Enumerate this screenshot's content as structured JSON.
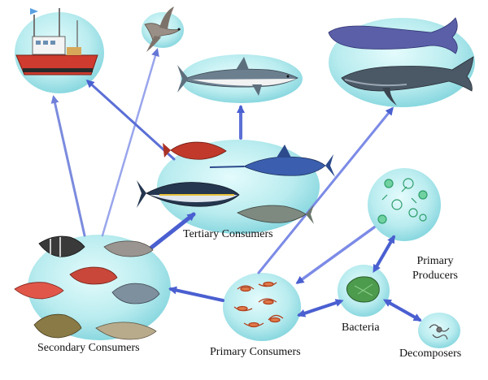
{
  "diagram": {
    "labels": {
      "tertiary_consumers": "Tertiary Consumers",
      "secondary_consumers": "Secondary Consumers",
      "primary_consumers": "Primary Consumers",
      "primary_producers_line1": "Primary",
      "primary_producers_line2": "Producers",
      "bacteria": "Bacteria",
      "decomposers": "Decomposers"
    },
    "colors": {
      "node_fill": "#b9ecef",
      "node_fill_dark": "#7fd3dc",
      "arrow": "#5b6fd6",
      "arrow_light": "#a8b2f0"
    },
    "icons": {
      "fishing_boat": "fishing-boat-icon",
      "bird": "seabird-icon",
      "shark": "shark-icon",
      "whales": "whales-icon",
      "tertiary_fish": "tuna-swordfish-rockfish-icon",
      "secondary_fish": "reef-fish-icon",
      "plankton": "phytoplankton-icon",
      "krill": "krill-icon",
      "bacteria": "bacteria-icon",
      "decomposers": "decomposer-icon"
    }
  }
}
